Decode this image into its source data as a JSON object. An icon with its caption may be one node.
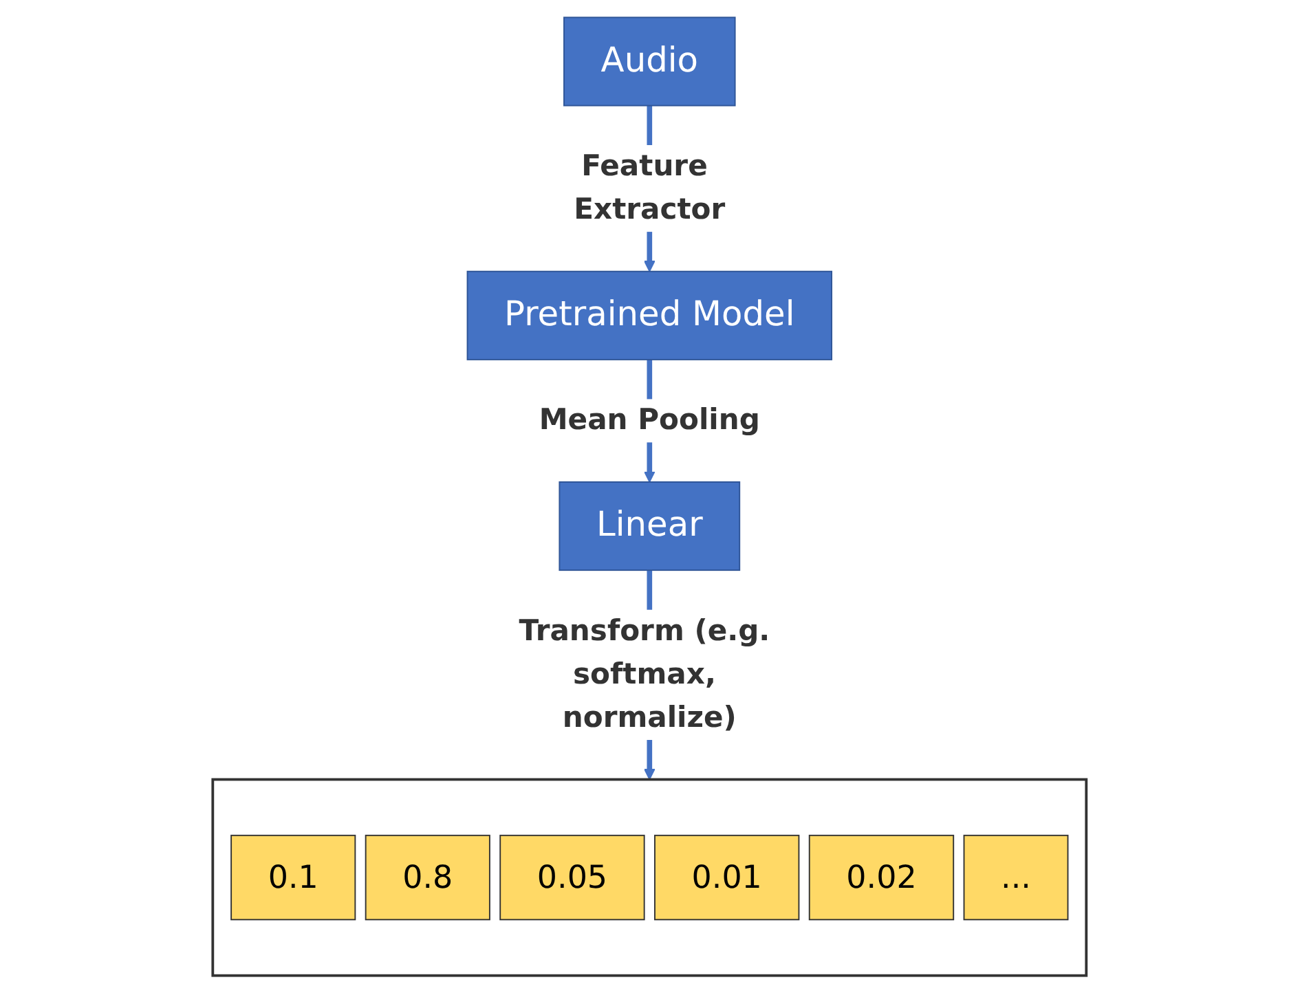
{
  "diagram": {
    "nodes": [
      {
        "text": [
          "Audio"
        ]
      },
      {
        "text": [
          "Pretrained Model"
        ]
      },
      {
        "text": [
          "Linear"
        ]
      },
      {
        "text": [],
        "shape": "box"
      },
      {
        "text": [
          "0.1"
        ],
        "in": 3
      },
      {
        "text": [
          "0.8"
        ],
        "in": 3
      },
      {
        "text": [
          "0.05"
        ],
        "in": 3
      },
      {
        "text": [
          "0.01"
        ],
        "in": 3
      },
      {
        "text": [
          "0.02"
        ],
        "in": 3
      },
      {
        "text": [
          "..."
        ],
        "in": 3
      }
    ],
    "edges": [
      {
        "from": 0,
        "to": 1,
        "arrow": "to",
        "label": "Feature Extractor"
      },
      {
        "from": 1,
        "to": 2,
        "arrow": "to",
        "label": "Mean Pooling"
      },
      {
        "from": 2,
        "to": 3,
        "arrow": "to",
        "label": "Transform (e.g. softmax, normalize)"
      }
    ]
  }
}
